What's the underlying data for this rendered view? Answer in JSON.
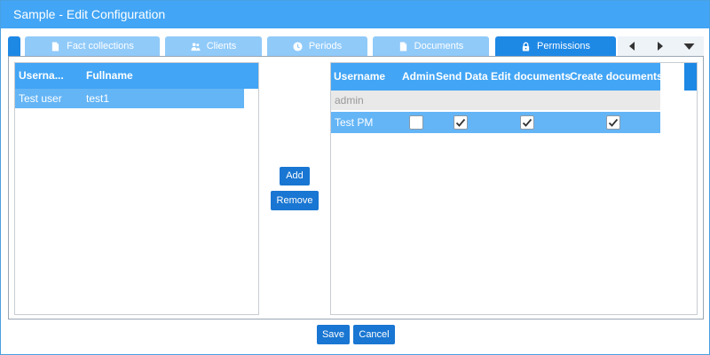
{
  "window": {
    "title": "Sample - Edit Configuration"
  },
  "tabs": [
    {
      "label": "Fact collections",
      "icon": "document-icon",
      "active": false
    },
    {
      "label": "Clients",
      "icon": "users-icon",
      "active": false
    },
    {
      "label": "Periods",
      "icon": "clock-icon",
      "active": false
    },
    {
      "label": "Documents",
      "icon": "document-icon",
      "active": false
    },
    {
      "label": "Permissions",
      "icon": "lock-icon",
      "active": true
    }
  ],
  "tab_nav": {
    "prev_icon": "arrow-left-icon",
    "next_icon": "arrow-right-icon",
    "menu_icon": "chevron-down-icon"
  },
  "users_list": {
    "columns": [
      "Userna...",
      "Fullname"
    ],
    "rows": [
      {
        "username": "Test user",
        "fullname": "test1",
        "selected": true
      }
    ]
  },
  "actions": {
    "add_label": "Add",
    "remove_label": "Remove"
  },
  "permissions": {
    "columns": [
      "Username",
      "Admin",
      "Send Data",
      "Edit documents",
      "Create documents"
    ],
    "group_row": "admin",
    "rows": [
      {
        "username": "Test PM",
        "admin": false,
        "send_data": true,
        "edit_documents": true,
        "create_documents": true
      }
    ]
  },
  "footer": {
    "save_label": "Save",
    "cancel_label": "Cancel"
  },
  "colors": {
    "title_bar": "#42a5f5",
    "tab_active": "#1e88e5",
    "tab_inactive": "#90caf9",
    "button": "#1976d2",
    "selected_row": "#64b5f6"
  }
}
